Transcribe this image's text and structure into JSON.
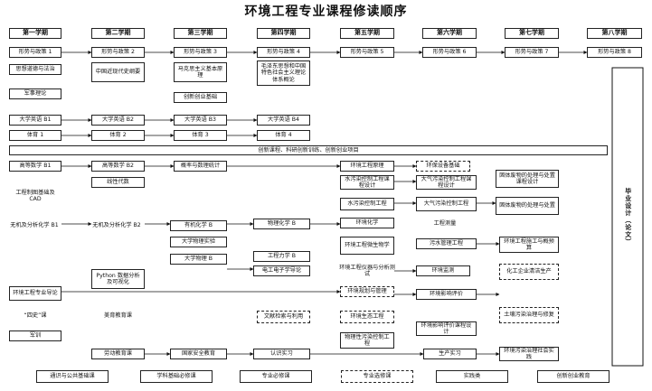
{
  "title": "环境工程专业课程修读顺序",
  "semesters": [
    "第一学期",
    "第二学期",
    "第三学期",
    "第四学期",
    "第五学期",
    "第六学期",
    "第七学期",
    "第八学期"
  ],
  "capstone": "毕业设计（论文）",
  "courses": {
    "xszc1": "形势与政策 1",
    "xszc2": "形势与政策 2",
    "xszc3": "形势与政策 3",
    "xszc4": "形势与政策 4",
    "xszc5": "形势与政策 5",
    "xszc6": "形势与政策 6",
    "xszc7": "形势与政策 7",
    "xszc8": "形势与政策 8",
    "sxdd": "思想道德与法治",
    "jsll": "军事理论",
    "zgjdsgy": "中国近现代史纲要",
    "mkszy": "马克思主义基本原理",
    "mzd": "毛泽东思想和中国特色社会主义理论体系概论",
    "cxcy": "创新创业基础",
    "yy1": "大学英语 B1",
    "yy2": "大学英语 B2",
    "yy3": "大学英语 B3",
    "yy4": "大学英语 B4",
    "ty1": "体育 1",
    "ty2": "体育 2",
    "ty3": "体育 3",
    "ty4": "体育 4",
    "cxkc": "创新课程、科研创新训练、创新创业项目",
    "gs1": "高等数学 B1",
    "gs2": "高等数学 B2",
    "xxds": "线性代数",
    "gltj": "概率与数理统计",
    "hjgcyl": "环境工程原理",
    "hbsbjc": "环保设备基础",
    "gczt": "工程制图基础及 CAD",
    "wjfx1": "无机及分析化学 B1",
    "wjfx2": "无机及分析化学 B2",
    "yjhx": "有机化学 B",
    "dxwlsy": "大学物理实验",
    "dxwl": "大学物理 B",
    "wlhx": "物理化学 B",
    "gclx": "工程力学 B",
    "dgdz": "电工电子学导论",
    "swrkz": "水污染控制工程",
    "swrkzsj": "水污染控制工程课程设计",
    "dqwrkzsj": "大气污染控制工程课程设计",
    "dqwrkz": "大气污染控制工程",
    "gtfw1": "固体废物的处理与处置课程设计",
    "gtfw2": "固体废物的处理与处置",
    "hjhx": "环境化学",
    "gccl": "工程测量",
    "hjwsw": "环境工程微生物学",
    "wscl": "污水管理工程",
    "hjsg": "环境工程施工与概预算",
    "hjjc": "环境工程仪器与分析测试",
    "hjjcc": "环境监测",
    "python": "Python 数据分析及可视化",
    "hgqy": "化工企业清洁生产",
    "hjzy": "环境工程专业导论",
    "hjgh": "环境规划与管理",
    "hjyxpj": "环境影响评价",
    "wxjs": "文献检索与利用",
    "hjsthx": "环境生态工程",
    "tryxf": "土壤污染治理与修复",
    "sishi": "“四史”课",
    "mykc": "美育教育课",
    "hjyxkc": "环境影响评价课程设计",
    "wlhjkz": "物理性污染控制工程",
    "junxun": "军训",
    "ldjy": "劳动教育课",
    "gjaq": "国家安全教育",
    "rzsx": "认识实习",
    "scsx": "生产实习",
    "hjwrzl": "环境污染治理社会实践"
  },
  "legend": [
    "通识与公共基础课",
    "学科基础必修课",
    "专业必修课",
    "专业选修课",
    "实践类",
    "创新创业教育"
  ]
}
